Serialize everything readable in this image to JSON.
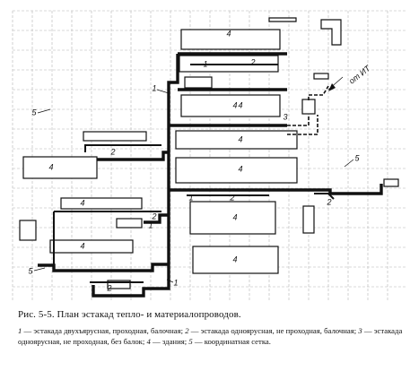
{
  "figure": {
    "caption_title": "Рис. 5-5. План эстакад тепло- и материалопроводов.",
    "legend": [
      {
        "num": "1",
        "text": "эстакада двухъярусная, проходная, балочная;"
      },
      {
        "num": "2",
        "text": "эстакада одноярусная, не проходная, балочная;"
      },
      {
        "num": "3",
        "text": "эстакада одноярусная, не проходная, без балок;"
      },
      {
        "num": "4",
        "text": "здания;"
      },
      {
        "num": "5",
        "text": "координатная сетка."
      }
    ],
    "arrow_label": "от ИТ"
  },
  "labels": {
    "one": "1",
    "two": "2",
    "three": "3",
    "four": "4",
    "five": "5"
  }
}
